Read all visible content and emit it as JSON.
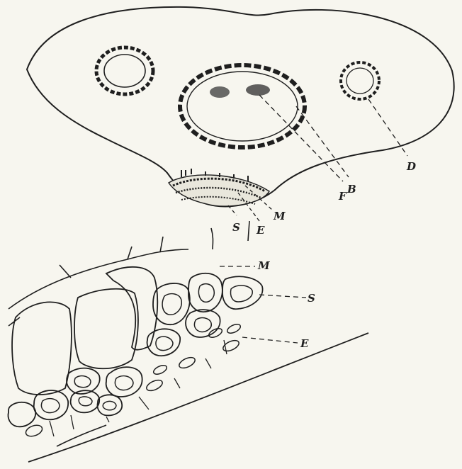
{
  "figure": {
    "ink_color": "#1f1f1f",
    "paper_color": "#f7f6ef",
    "labels": {
      "F": "F",
      "B": "B",
      "D": "D",
      "M": "M",
      "E": "E",
      "S": "S",
      "detail_M": "M",
      "detail_S": "S",
      "detail_E": "E"
    }
  }
}
